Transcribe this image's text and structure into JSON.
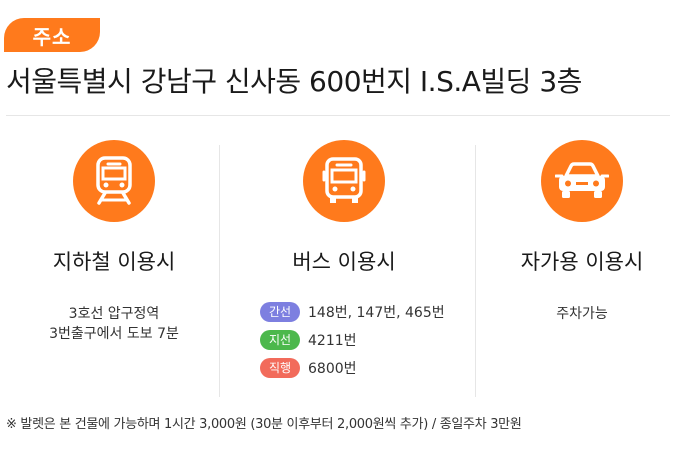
{
  "address": {
    "tag_label": "주소",
    "text": "서울특별시 강남구 신사동 600번지 I.S.A빌딩 3층"
  },
  "transport": {
    "subway": {
      "title": "지하철 이용시",
      "line1": "3호선 압구정역",
      "line2": "3번출구에서 도보 7분",
      "icon": "subway-train-icon"
    },
    "bus": {
      "title": "버스 이용시",
      "icon": "bus-icon",
      "routes": [
        {
          "type": "간선",
          "color": "#7d7fe0",
          "numbers": "148번, 147번, 465번"
        },
        {
          "type": "지선",
          "color": "#4cb84c",
          "numbers": "4211번"
        },
        {
          "type": "직행",
          "color": "#f26b5b",
          "numbers": "6800번"
        }
      ]
    },
    "car": {
      "title": "자가용 이용시",
      "desc": "주차가능",
      "icon": "car-icon"
    }
  },
  "footnote": "※ 발렛은 본 건물에 가능하며 1시간 3,000원 (30분 이후부터 2,000원씩 추가) / 종일주차 3만원",
  "colors": {
    "accent": "#ff7a1c"
  }
}
